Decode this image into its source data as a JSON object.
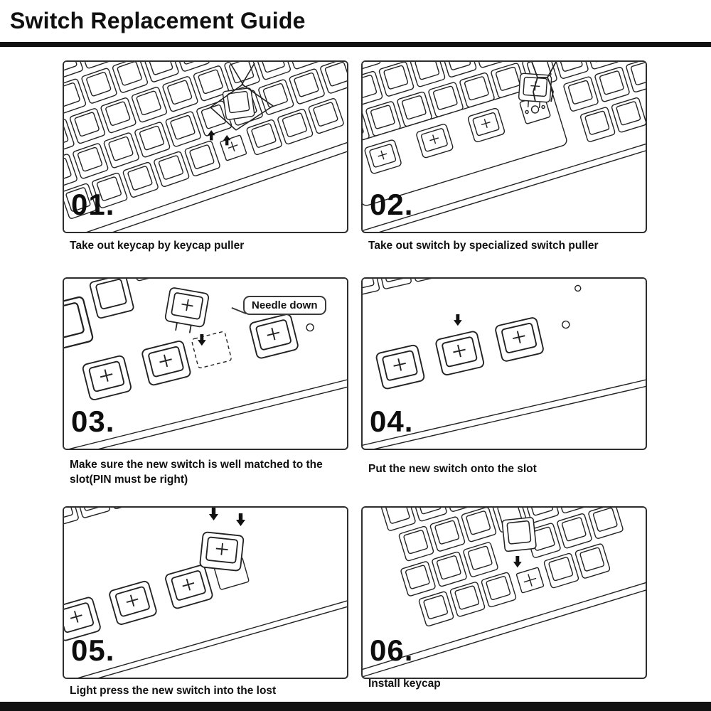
{
  "colors": {
    "background": "#ffffff",
    "ink": "#222222",
    "band": "#111111",
    "text": "#101010"
  },
  "header": {
    "title": "Switch Replacement Guide"
  },
  "steps": [
    {
      "number": "01.",
      "caption": "Take out keycap by keycap  puller"
    },
    {
      "number": "02.",
      "caption": "Take out switch by specialized switch puller"
    },
    {
      "number": "03.",
      "caption": "Make sure the new switch is well matched to the slot(PIN must be right)",
      "callout": "Needle down"
    },
    {
      "number": "04.",
      "caption": "Put the new switch onto the slot"
    },
    {
      "number": "05.",
      "caption": "Light press the new switch into the lost"
    },
    {
      "number": "06.",
      "caption": "Install keycap"
    }
  ],
  "icons": {
    "up_arrow": "solid up arrow",
    "down_arrow": "solid down arrow",
    "keycap_puller": "wire keycap puller",
    "switch_puller": "switch puller tweezers"
  }
}
